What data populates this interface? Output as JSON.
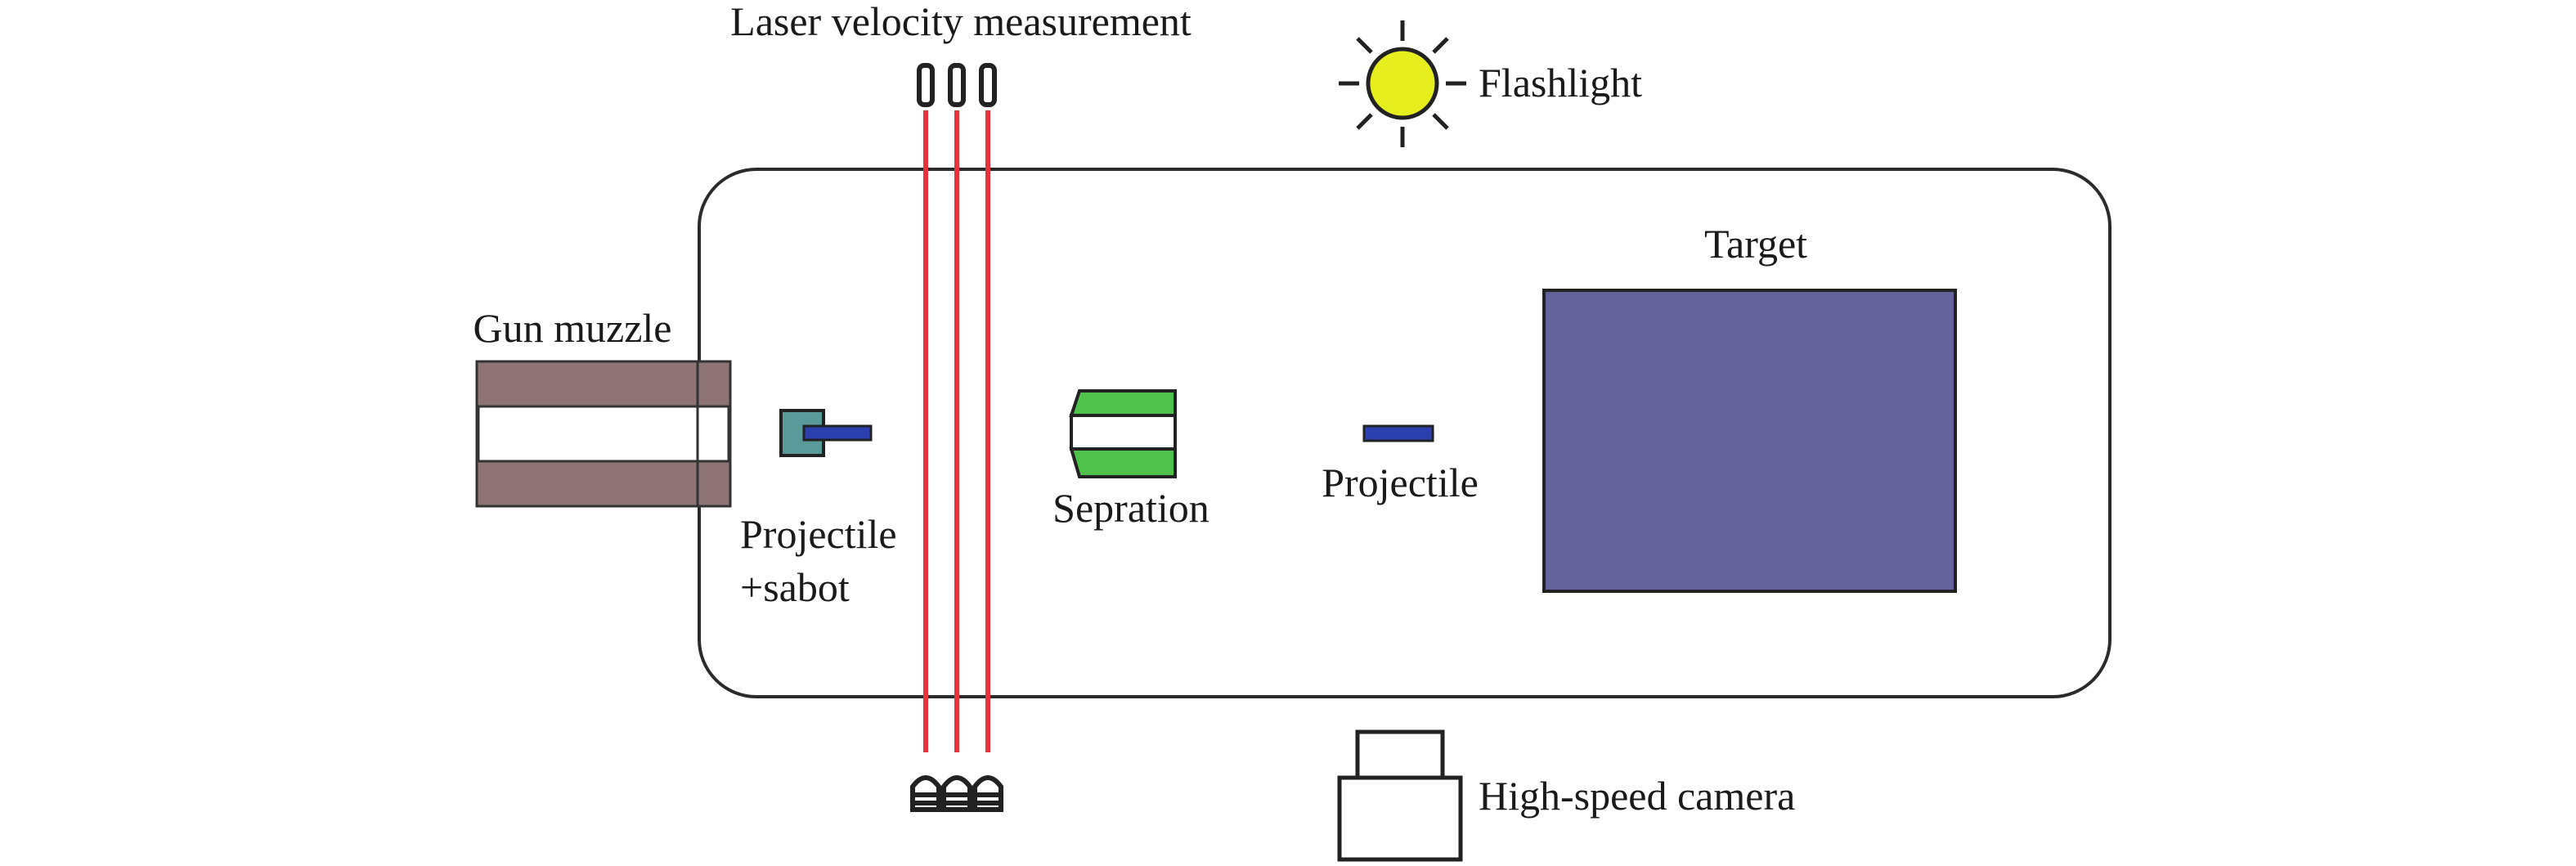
{
  "labels": {
    "laser": "Laser velocity measurement",
    "flashlight": "Flashlight",
    "target": "Target",
    "gun_muzzle": "Gun muzzle",
    "projectile_sabot_line1": "Projectile",
    "projectile_sabot_line2": "+sabot",
    "separation": "Sepration",
    "projectile": "Projectile",
    "camera": "High-speed camera"
  },
  "colors": {
    "chamber_stroke": "#2b2b2b",
    "laser_beam": "#e8323c",
    "flash_yellow": "#e6ee1e",
    "target_fill": "#64629a",
    "gun_barrel": "#8e7474",
    "sabot_teal": "#5a9a9a",
    "projectile_blue": "#2b3fae",
    "separation_green": "#4ec24a"
  }
}
